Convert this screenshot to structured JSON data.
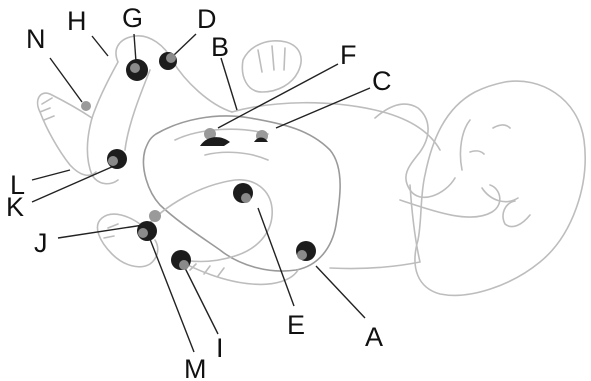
{
  "diagram": {
    "points": [
      {
        "id": "A",
        "label": "A",
        "style": "dark"
      },
      {
        "id": "B",
        "label": "B",
        "style": "none"
      },
      {
        "id": "C",
        "label": "C",
        "style": "light"
      },
      {
        "id": "D",
        "label": "D",
        "style": "dark"
      },
      {
        "id": "E",
        "label": "E",
        "style": "dark"
      },
      {
        "id": "F",
        "label": "F",
        "style": "light"
      },
      {
        "id": "G",
        "label": "G",
        "style": "dark"
      },
      {
        "id": "H",
        "label": "H",
        "style": "none"
      },
      {
        "id": "I",
        "label": "I",
        "style": "dark"
      },
      {
        "id": "J",
        "label": "J",
        "style": "light"
      },
      {
        "id": "K",
        "label": "K",
        "style": "dark"
      },
      {
        "id": "L",
        "label": "L",
        "style": "none"
      },
      {
        "id": "M",
        "label": "M",
        "style": "dark"
      },
      {
        "id": "N",
        "label": "N",
        "style": "light"
      }
    ]
  }
}
